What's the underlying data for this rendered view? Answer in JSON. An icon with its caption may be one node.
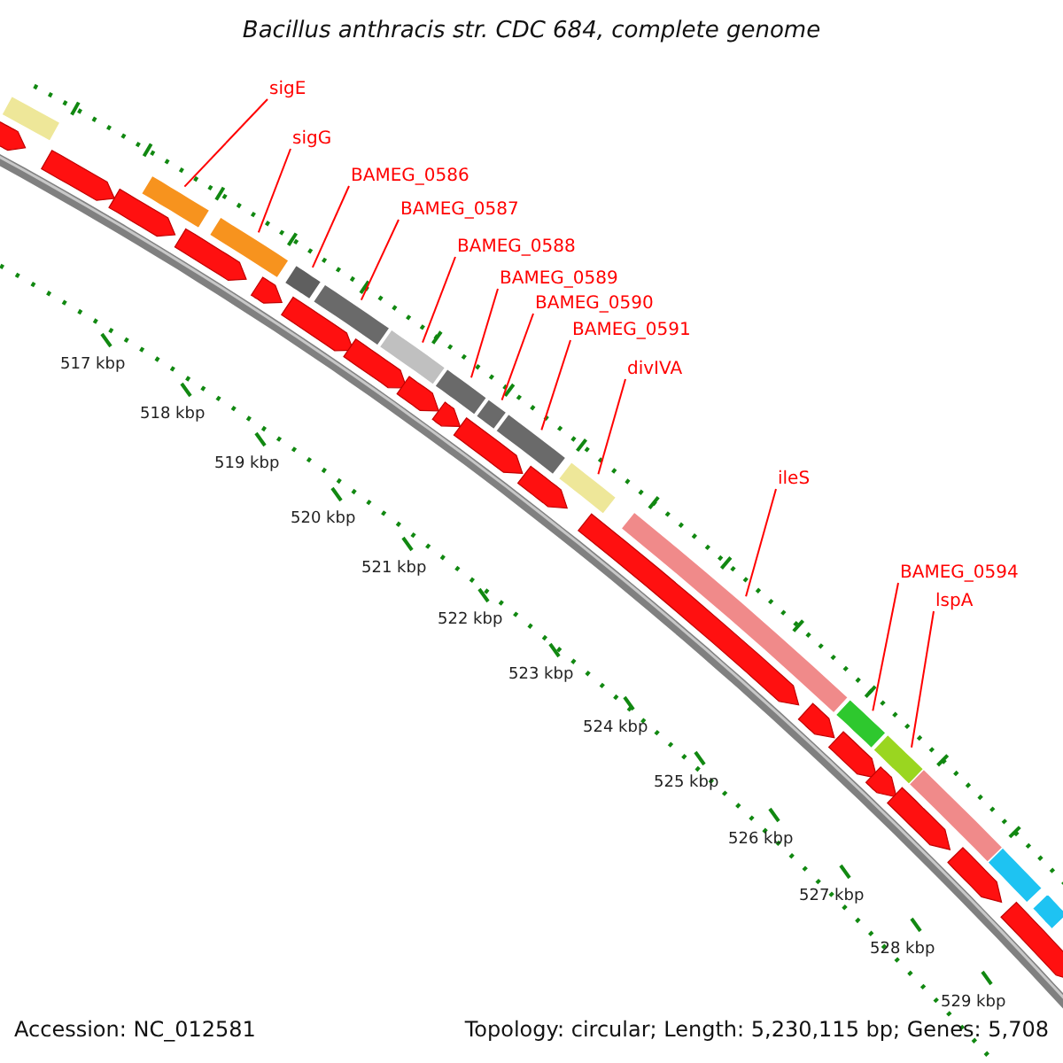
{
  "diagram": {
    "title": "Bacillus anthracis str. CDC 684, complete genome",
    "nodes": [
      {
        "text": [
          "sigE"
        ]
      },
      {
        "text": [],
        "shape": "bar"
      },
      {
        "text": [
          "sigG"
        ]
      },
      {
        "text": [],
        "shape": "bar"
      },
      {
        "text": [
          "BAMEG_0586"
        ]
      },
      {
        "text": [],
        "shape": "bar"
      },
      {
        "text": [
          "BAMEG_0587"
        ]
      },
      {
        "text": [],
        "shape": "bar"
      },
      {
        "text": [
          "BAMEG_0588"
        ]
      },
      {
        "text": [],
        "shape": "bar"
      },
      {
        "text": [
          "BAMEG_0589"
        ]
      },
      {
        "text": [],
        "shape": "bar"
      },
      {
        "text": [
          "BAMEG_0590"
        ]
      },
      {
        "text": [],
        "shape": "bar"
      },
      {
        "text": [
          "BAMEG_0591"
        ]
      },
      {
        "text": [],
        "shape": "bar"
      },
      {
        "text": [
          "divIVA"
        ]
      },
      {
        "text": [],
        "shape": "bar"
      },
      {
        "text": [
          "ileS"
        ]
      },
      {
        "text": [],
        "shape": "bar"
      },
      {
        "text": [
          "BAMEG_0594"
        ]
      },
      {
        "text": [],
        "shape": "bar"
      },
      {
        "text": [
          "lspA"
        ]
      },
      {
        "text": [],
        "shape": "bar"
      },
      {
        "text": [],
        "shape": "bar"
      },
      {
        "text": [],
        "shape": "bar"
      },
      {
        "text": [],
        "shape": "bar"
      },
      {
        "text": [],
        "shape": "bar"
      },
      {
        "text": [],
        "shape": "arrow"
      },
      {
        "text": [],
        "shape": "arrow"
      },
      {
        "text": [],
        "shape": "arrow"
      },
      {
        "text": [],
        "shape": "arrow"
      },
      {
        "text": [],
        "shape": "arrow"
      },
      {
        "text": [],
        "shape": "arrow"
      },
      {
        "text": [],
        "shape": "arrow"
      },
      {
        "text": [],
        "shape": "arrow"
      },
      {
        "text": [],
        "shape": "arrow"
      },
      {
        "text": [],
        "shape": "arrow"
      },
      {
        "text": [],
        "shape": "arrow"
      },
      {
        "text": [],
        "shape": "arrow"
      },
      {
        "text": [],
        "shape": "arrow"
      },
      {
        "text": [],
        "shape": "arrow"
      },
      {
        "text": [],
        "shape": "arrow"
      },
      {
        "text": [],
        "shape": "arrow"
      },
      {
        "text": [],
        "shape": "arrow"
      },
      {
        "text": [],
        "shape": "arrow"
      }
    ],
    "edges": [
      {
        "from": 0,
        "to": 1,
        "arrow": "none"
      },
      {
        "from": 2,
        "to": 3,
        "arrow": "none"
      },
      {
        "from": 4,
        "to": 5,
        "arrow": "none"
      },
      {
        "from": 6,
        "to": 7,
        "arrow": "none"
      },
      {
        "from": 8,
        "to": 9,
        "arrow": "none"
      },
      {
        "from": 10,
        "to": 11,
        "arrow": "none"
      },
      {
        "from": 12,
        "to": 13,
        "arrow": "none"
      },
      {
        "from": 14,
        "to": 15,
        "arrow": "none"
      },
      {
        "from": 16,
        "to": 17,
        "arrow": "none"
      },
      {
        "from": 18,
        "to": 19,
        "arrow": "none"
      },
      {
        "from": 20,
        "to": 21,
        "arrow": "none"
      },
      {
        "from": 22,
        "to": 23,
        "arrow": "none"
      }
    ],
    "labels": [
      "517 kbp",
      "518 kbp",
      "519 kbp",
      "520 kbp",
      "521 kbp",
      "522 kbp",
      "523 kbp",
      "524 kbp",
      "525 kbp",
      "526 kbp",
      "527 kbp",
      "528 kbp",
      "529 kbp",
      "Accession: NC_012581",
      "Topology: circular; Length: 5,230,115 bp; Genes: 5,708"
    ]
  }
}
